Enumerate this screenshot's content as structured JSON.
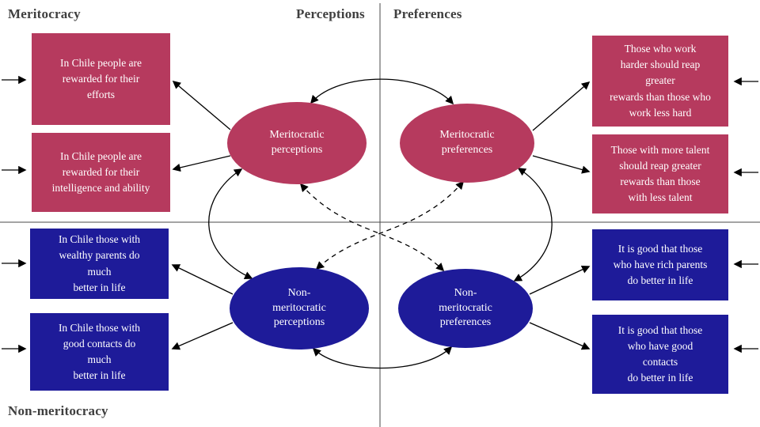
{
  "quadrant_labels": {
    "top_left": "Meritocracy",
    "top_center_left": "Perceptions",
    "top_center_right": "Preferences",
    "bottom_left": "Non-meritocracy"
  },
  "colors": {
    "meritocratic": "#b63a5e",
    "non_meritocratic": "#1e1b99",
    "text_on_fill": "#ffffff",
    "arrow": "#000000",
    "axis_line": "#4a4a4a",
    "quadrant_label": "#3f3f3f"
  },
  "latent_variables": [
    {
      "label": "Meritocratic\nperceptions",
      "group": "meritocratic"
    },
    {
      "label": "Meritocratic\npreferences",
      "group": "meritocratic"
    },
    {
      "label": "Non-\nmeritocratic\nperceptions",
      "group": "non_meritocratic"
    },
    {
      "label": "Non-\nmeritocratic\npreferences",
      "group": "non_meritocratic"
    }
  ],
  "indicators": [
    {
      "text": "In Chile people are\nrewarded for their\nefforts",
      "group": "meritocratic"
    },
    {
      "text": "In Chile people are\nrewarded for their\nintelligence and ability",
      "group": "meritocratic"
    },
    {
      "text": "In Chile those with\nwealthy parents do\nmuch\nbetter in life",
      "group": "non_meritocratic"
    },
    {
      "text": "In Chile those with\ngood contacts do\nmuch\nbetter in life",
      "group": "non_meritocratic"
    },
    {
      "text": "Those who work\nharder should reap\ngreater\nrewards than those who\nwork less hard",
      "group": "meritocratic"
    },
    {
      "text": "Those with more talent\nshould reap greater\nrewards than those\nwith less talent",
      "group": "meritocratic"
    },
    {
      "text": "It is good that those\nwho have rich parents\ndo better in life",
      "group": "non_meritocratic"
    },
    {
      "text": "It is good that those\nwho have good\ncontacts\ndo better in life",
      "group": "non_meritocratic"
    }
  ],
  "edges": [
    {
      "from": "Meritocratic perceptions",
      "to": "Meritocratic preferences",
      "style": "solid",
      "bidirectional": true
    },
    {
      "from": "Non-meritocratic perceptions",
      "to": "Non-meritocratic preferences",
      "style": "solid",
      "bidirectional": true
    },
    {
      "from": "Meritocratic perceptions",
      "to": "Non-meritocratic perceptions",
      "style": "solid",
      "bidirectional": true
    },
    {
      "from": "Meritocratic preferences",
      "to": "Non-meritocratic preferences",
      "style": "solid",
      "bidirectional": true
    },
    {
      "from": "Meritocratic perceptions",
      "to": "Non-meritocratic preferences",
      "style": "dashed",
      "bidirectional": true
    },
    {
      "from": "Meritocratic preferences",
      "to": "Non-meritocratic perceptions",
      "style": "dashed",
      "bidirectional": true
    }
  ]
}
